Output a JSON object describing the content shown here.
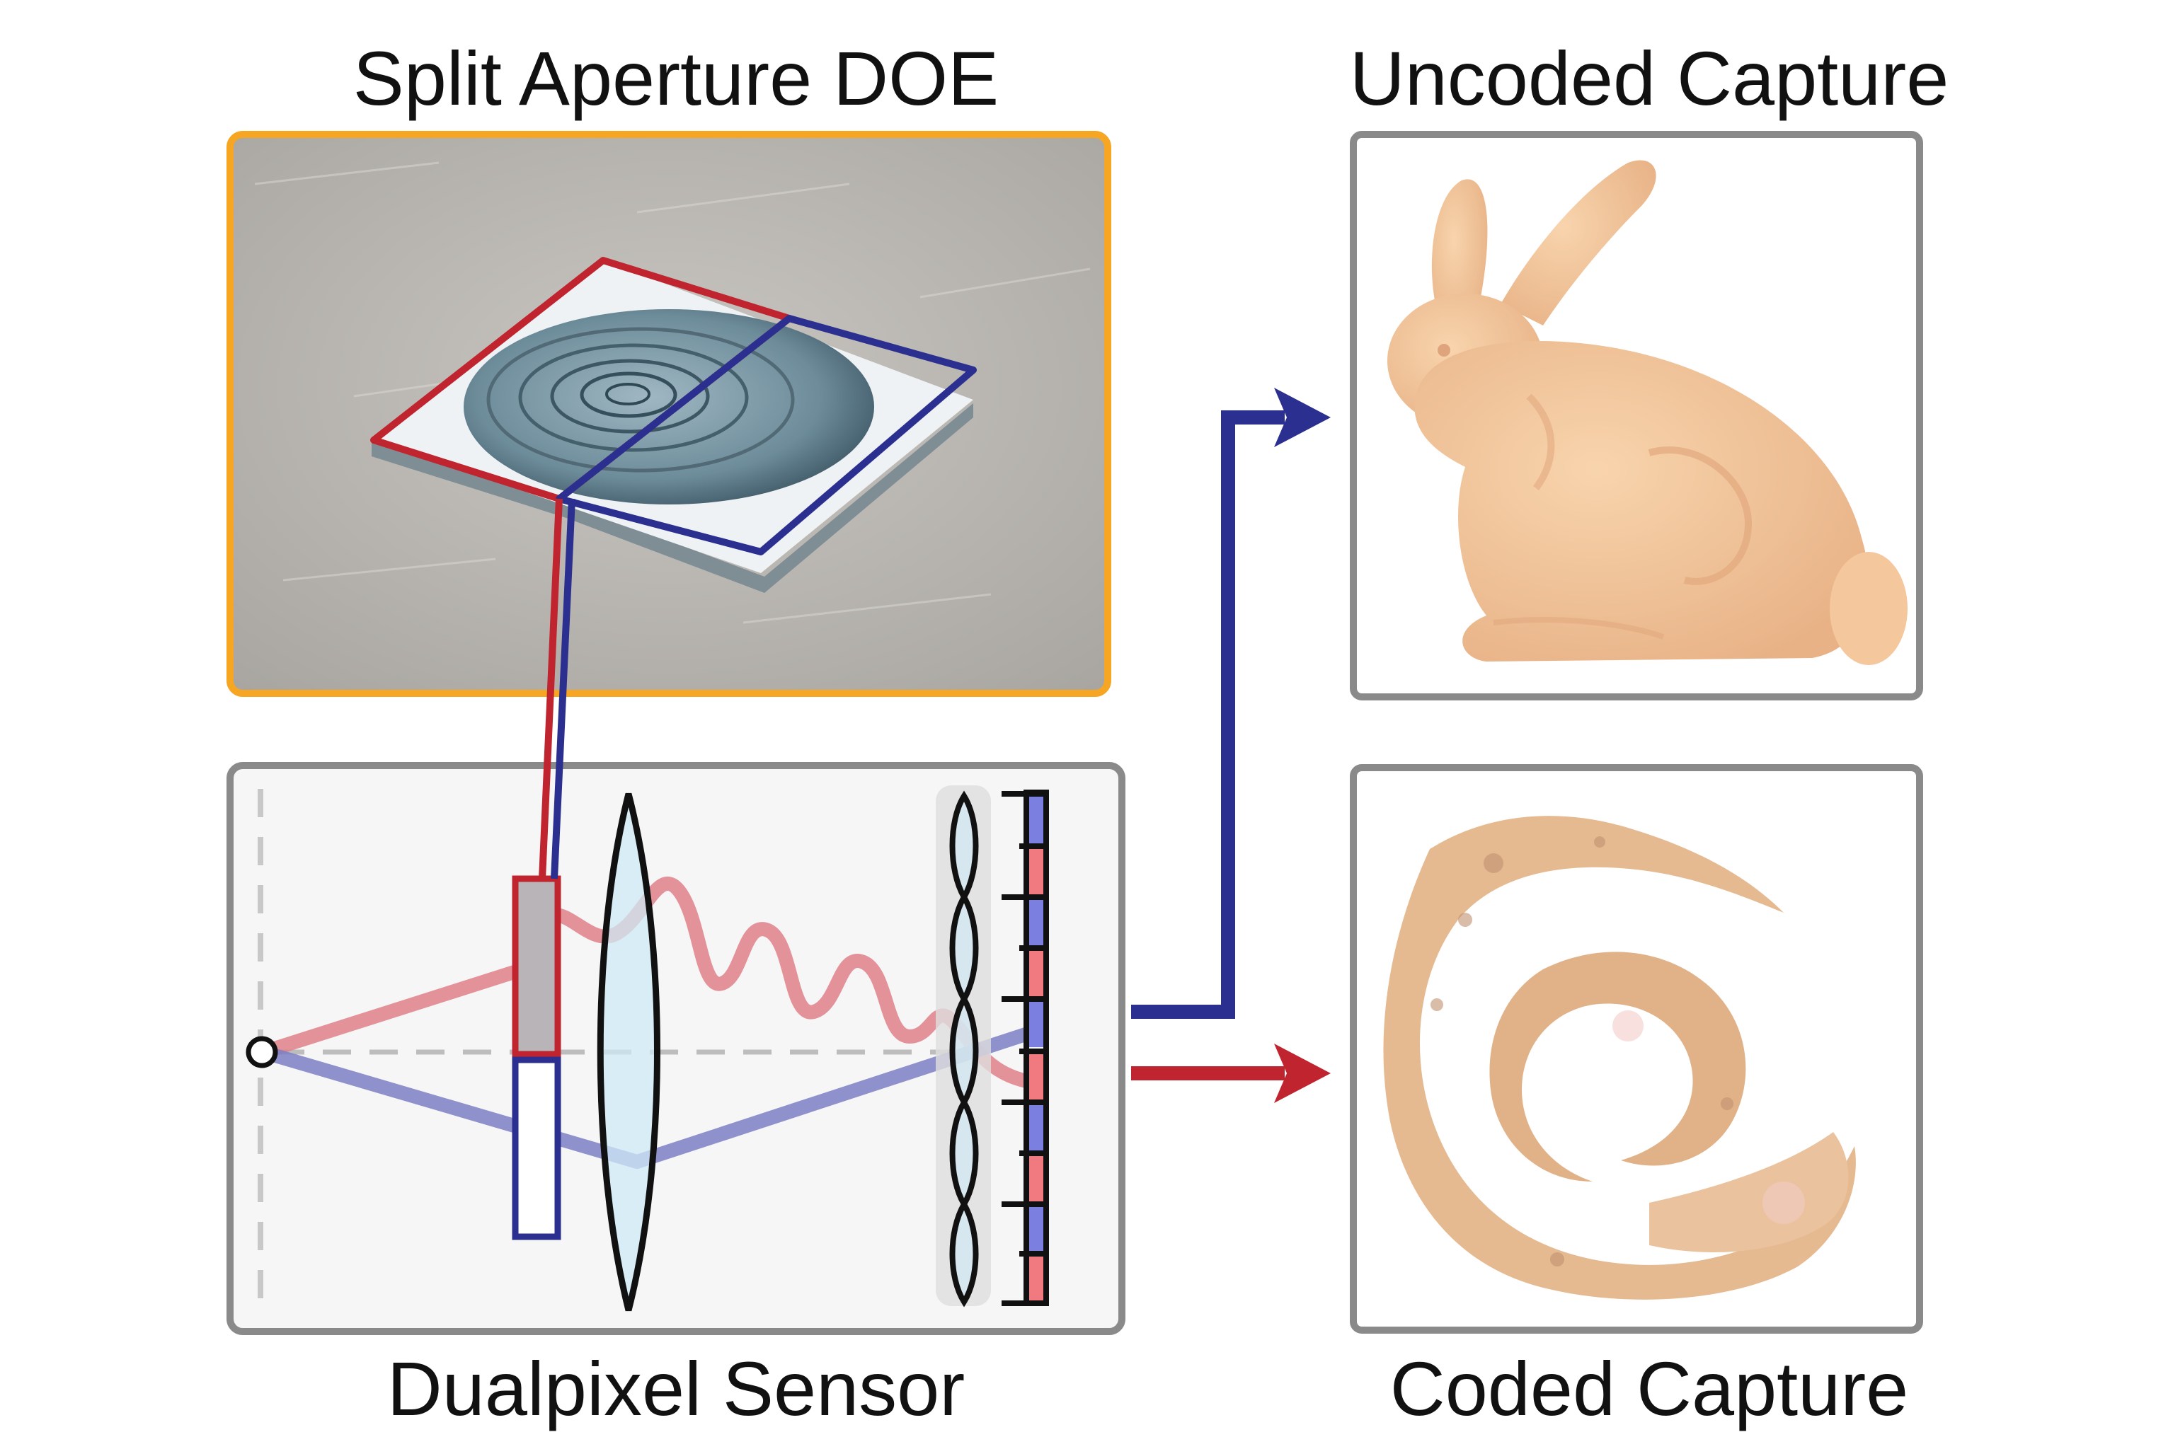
{
  "labels": {
    "doe": "Split Aperture DOE",
    "uncoded": "Uncoded Capture",
    "dualpixel": "Dualpixel Sensor",
    "coded": "Coded Capture"
  },
  "colors": {
    "red": "#c0242e",
    "blue": "#2b2f8f",
    "orange_frame": "#f6a623",
    "gray_frame": "#8a8a8a",
    "bunny": "#f4c79c",
    "coded": "#e3b386"
  }
}
